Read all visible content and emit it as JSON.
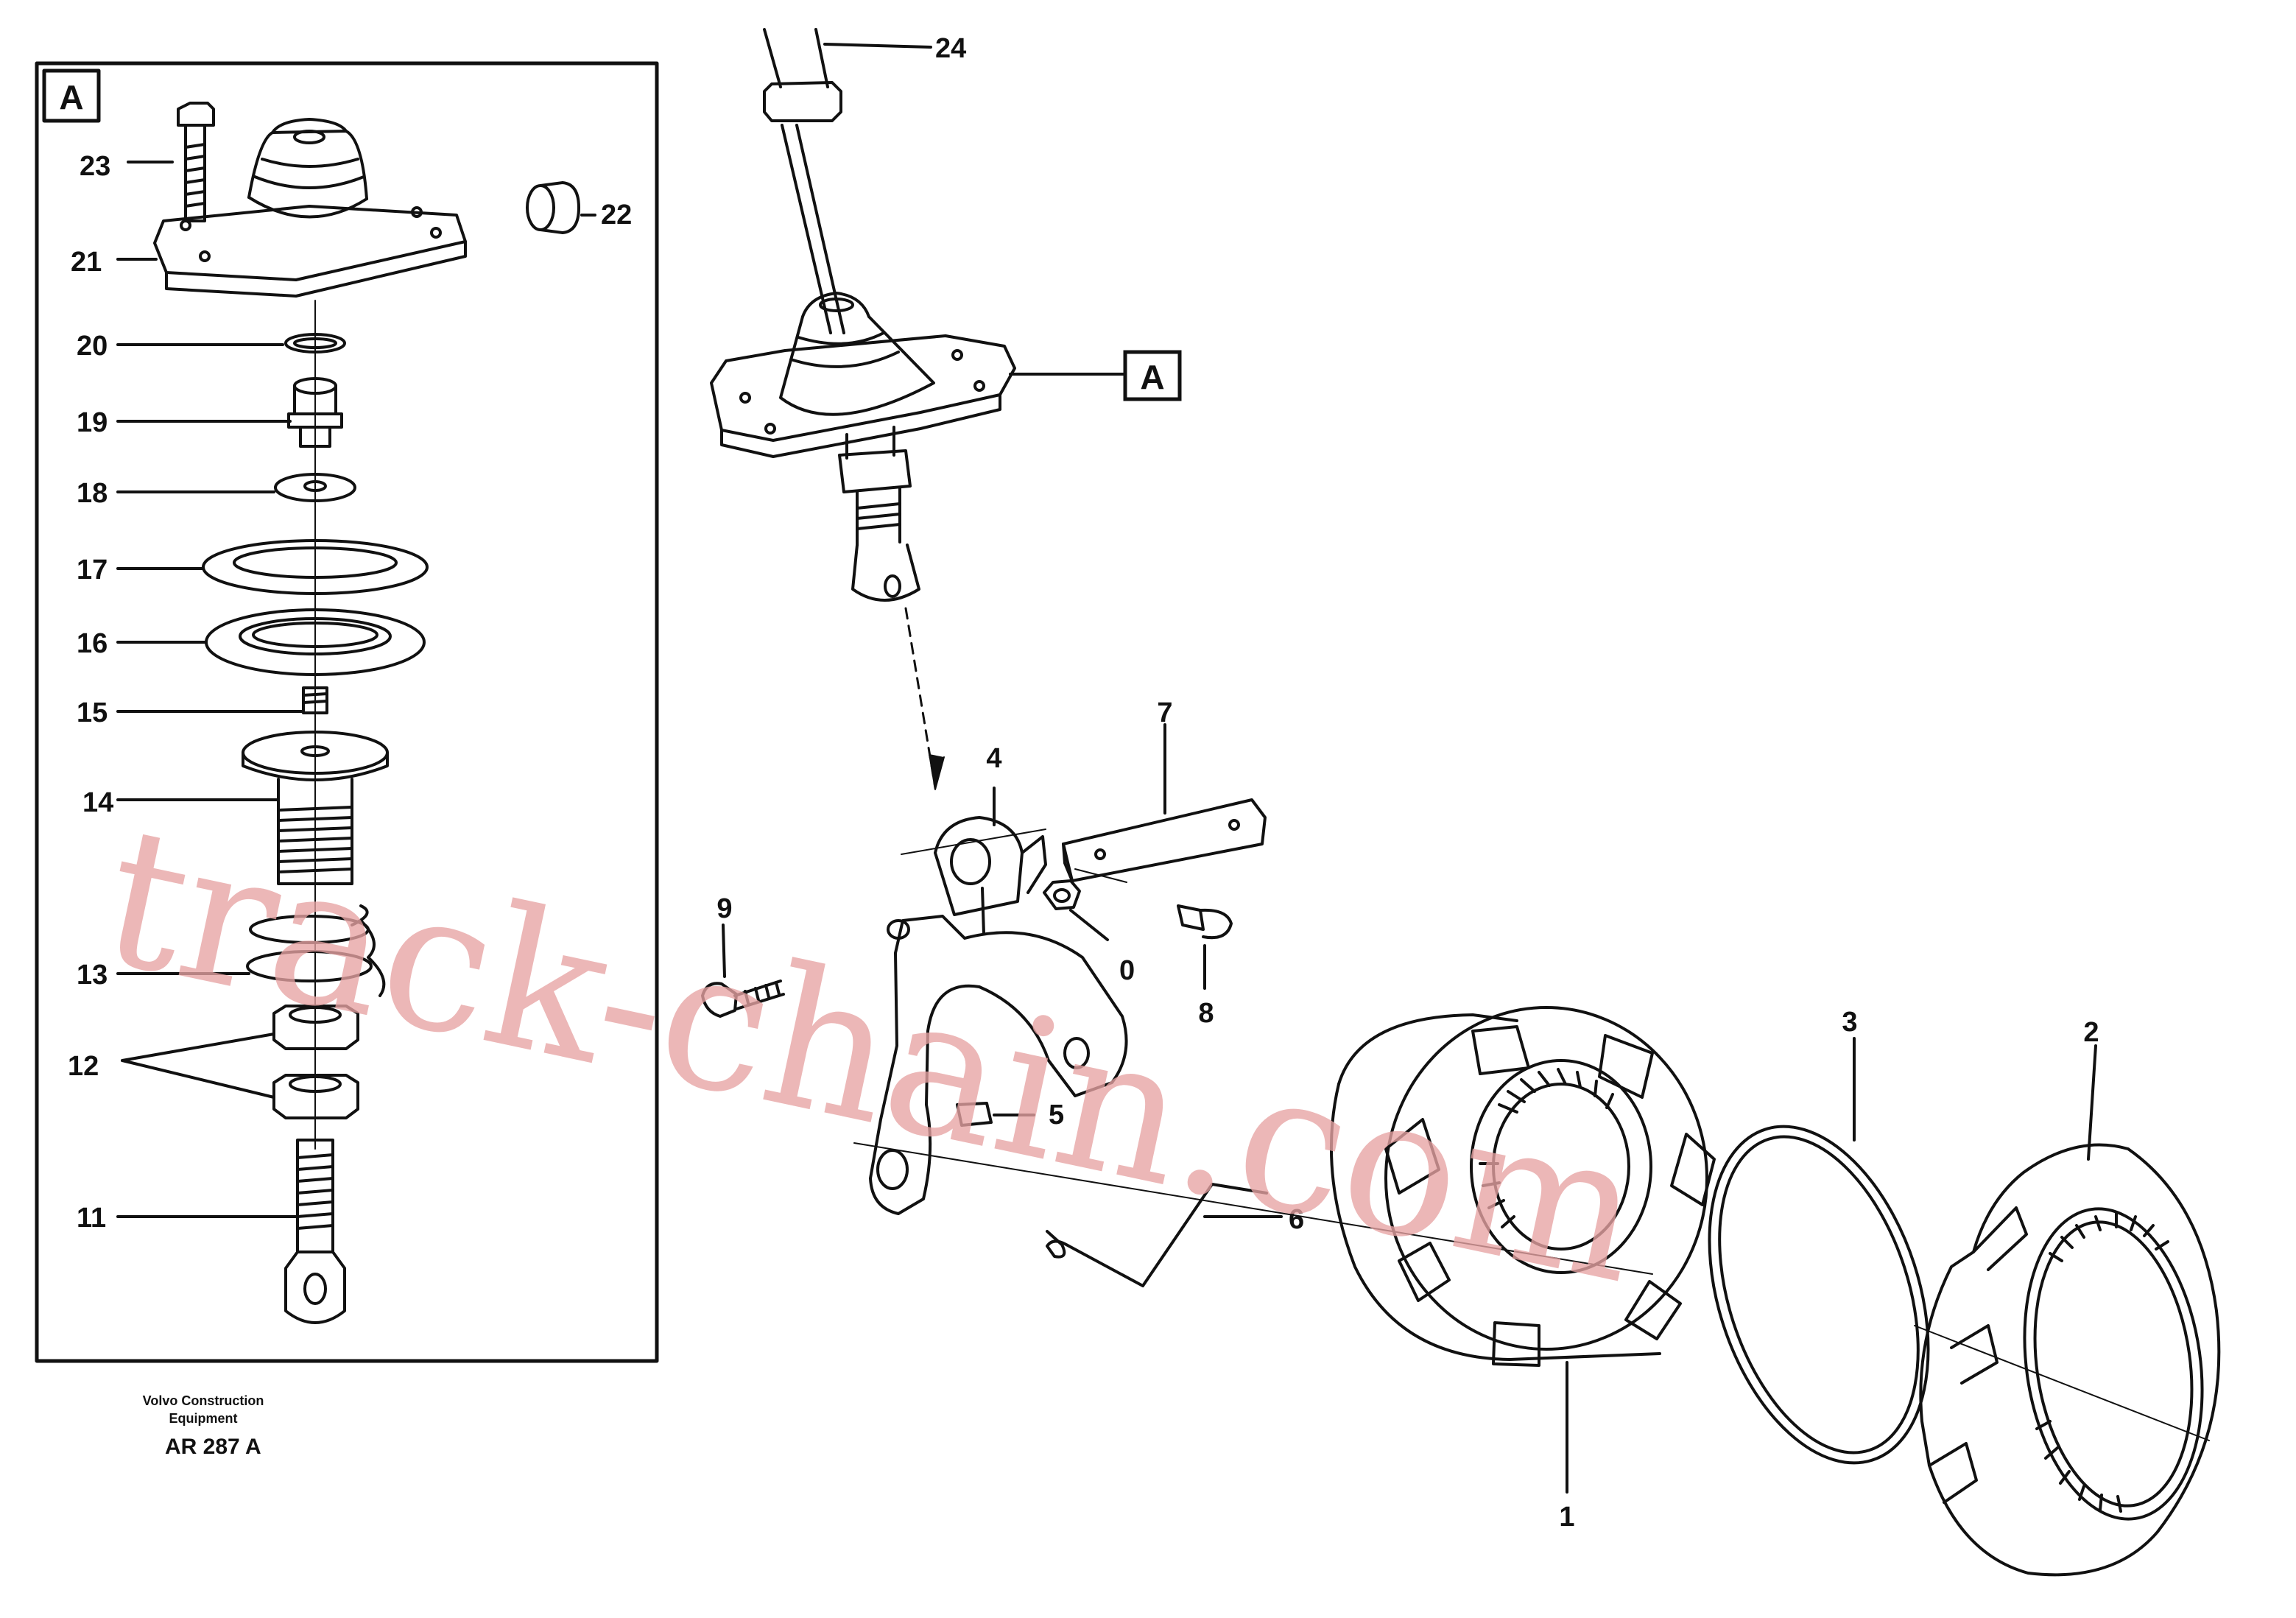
{
  "callouts": [
    "1",
    "2",
    "3",
    "4",
    "5",
    "6",
    "7",
    "8",
    "9",
    "0",
    "11",
    "12",
    "13",
    "14",
    "15",
    "16",
    "17",
    "18",
    "19",
    "20",
    "21",
    "22",
    "23",
    "24"
  ],
  "detail_tag": "A",
  "company": {
    "line1": "Volvo Construction",
    "line2": "Equipment"
  },
  "drawing_ref": "AR 287 A",
  "watermark": "track-chain.com"
}
